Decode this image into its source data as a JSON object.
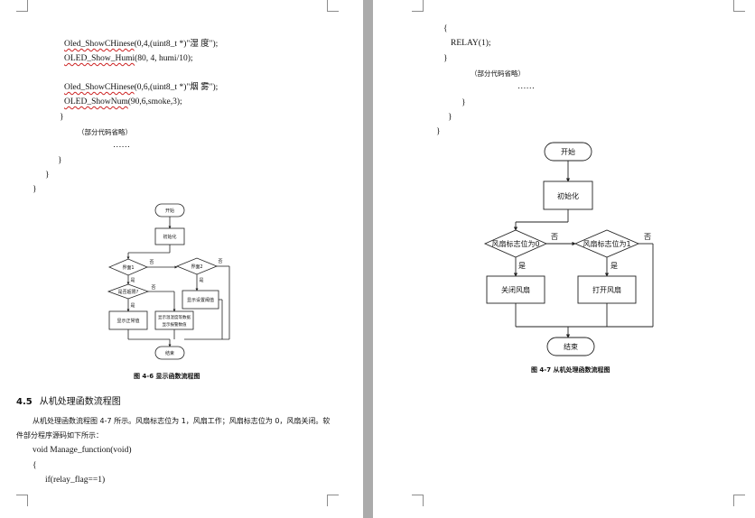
{
  "left_page": {
    "code_top": [
      {
        "fn": "Oled_ShowCHinese",
        "args": "(0,4,(uint8_t *)\"湿        度\");"
      },
      {
        "fn": "OLED_Show_Humi",
        "args": "(80, 4, humi/10);"
      },
      {
        "fn": "Oled_ShowCHinese",
        "args": "(0,6,(uint8_t *)\"烟        雾\");"
      },
      {
        "fn": "OLED_ShowNum",
        "args": "(90,6,smoke,3);"
      }
    ],
    "brace_close": "}",
    "omit_note": "（部分代码省略）",
    "ellipsis": "……",
    "figure": {
      "caption": "图 4-6    显示函数流程图",
      "nodes": {
        "start": "开始",
        "init": "初始化",
        "cond1": "界面1",
        "cond2": "界面2",
        "cond3": "是否超限?",
        "show_env": "显示温湿度等数据",
        "show_setting": "显示设置阈值",
        "show_normal": "显示正常值",
        "show_alarm": "显示报警数值",
        "end": "结束"
      },
      "labels": {
        "yes": "是",
        "no": "否"
      }
    },
    "section": {
      "number": "4.5",
      "title": "从机处理函数流程图"
    },
    "paragraph": "从机处理函数流程图 4-7 所示。风扇标志位为 1，风扇工作；风扇标志位为 0，风扇关闭。软件部分程序源码如下所示：",
    "code_bottom": [
      "void Manage_function(void)",
      "{",
      "if(relay_flag==1)"
    ]
  },
  "right_page": {
    "code_lines": [
      "{",
      "RELAY(1);",
      "}",
      "}",
      "}",
      "}"
    ],
    "omit_note": "（部分代码省略）",
    "ellipsis": "……",
    "figure": {
      "caption": "图 4-7    从机处理函数流程图",
      "nodes": {
        "start": "开始",
        "init": "初始化",
        "cond_flag0": "风扇标志位为0",
        "cond_flag1": "风扇标志位为1",
        "close_fan": "关闭风扇",
        "open_fan": "打开风扇",
        "end": "结束"
      },
      "labels": {
        "yes": "是",
        "no": "否"
      }
    }
  }
}
